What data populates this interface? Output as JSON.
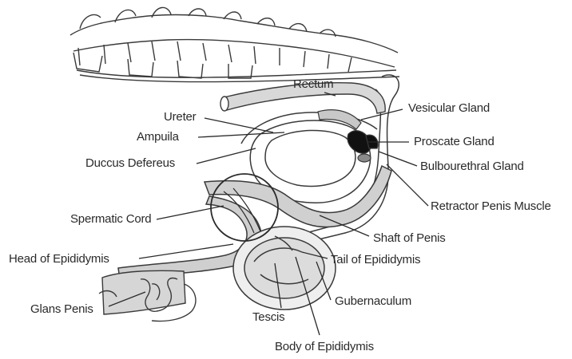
{
  "labels": {
    "rectum": "Rectum",
    "ureter": "Ureter",
    "vesicular_gland": "Vesicular Gland",
    "ampuila": "Ampuila",
    "proscate_gland": "Proscate Gland",
    "duccus_defereus": "Duccus Defereus",
    "bulbourethral_gland": "Bulbourethral Gland",
    "retractor_penis_muscle": "Retractor Penis Muscle",
    "spermatic_cord": "Spermatic Cord",
    "shaft_of_penis": "Shaft of Penis",
    "head_of_epididymis": "Head of Epididymis",
    "tail_of_epididymis": "Tail of Epididymis",
    "gubernaculum": "Gubernaculum",
    "glans_penis": "Glans Penis",
    "tescis": "Tescis",
    "body_of_epididymis": "Body of Epididymis"
  },
  "colors": {
    "ink": "#2a2a2a",
    "outline": "#3a3a3a",
    "shade": "#b9b9b9",
    "gland": "#111111"
  }
}
